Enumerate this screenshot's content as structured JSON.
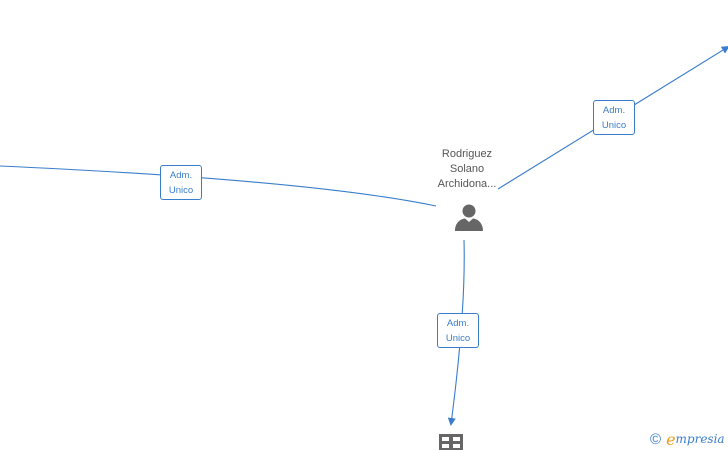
{
  "person": {
    "name_lines": [
      "Rodriguez",
      "Solano",
      "Archidona..."
    ],
    "icon": "person-icon"
  },
  "company": {
    "icon": "building-icon"
  },
  "edges": [
    {
      "id": "left",
      "label_line1": "Adm.",
      "label_line2": "Unico"
    },
    {
      "id": "top-right",
      "label_line1": "Adm.",
      "label_line2": "Unico"
    },
    {
      "id": "bottom",
      "label_line1": "Adm.",
      "label_line2": "Unico"
    }
  ],
  "watermark": {
    "symbol": "©",
    "brand_initial": "e",
    "brand_rest": "mpresia"
  },
  "colors": {
    "edge": "#3a7dcb",
    "node": "#666666",
    "brand_orange": "#f29a1f"
  }
}
